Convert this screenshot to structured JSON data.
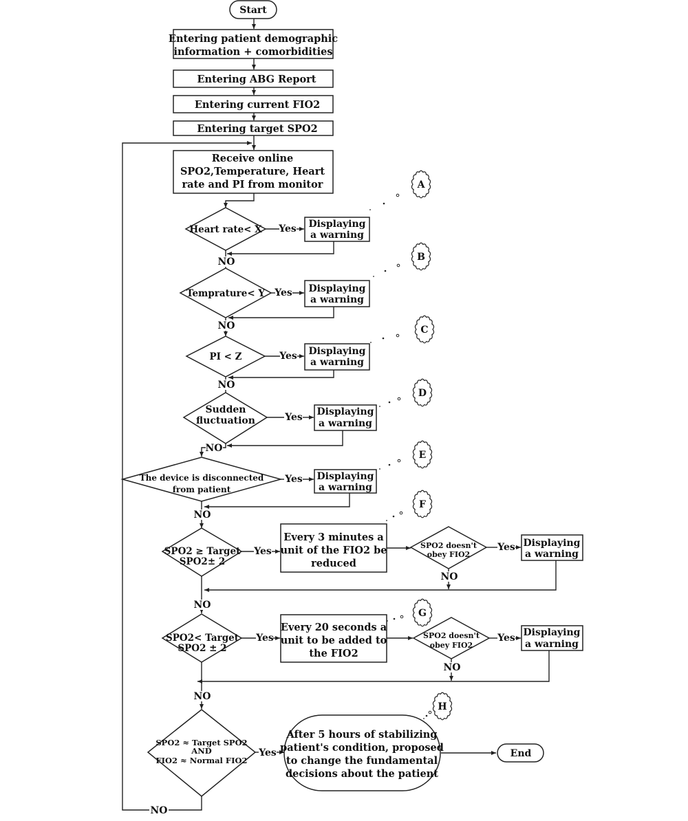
{
  "flowchart": {
    "start": "Start",
    "end": "End",
    "steps": {
      "demographic": [
        "Entering patient demographic",
        "information + comorbidities"
      ],
      "abg": "Entering ABG Report",
      "fio2": "Entering current FIO2",
      "target_spo2": "Entering target SPO2",
      "receive": [
        "Receive online",
        "SPO2,Temperature, Heart",
        "rate and PI from monitor"
      ],
      "reduce_fio2": [
        "Every 3 minutes a",
        "unit of the FIO2 be",
        "reduced"
      ],
      "add_fio2": [
        "Every 20 seconds a",
        "unit to be added to",
        "the FIO2"
      ],
      "stabilize": [
        "After 5 hours of stabilizing",
        "patient's condition, proposed",
        "to change the fundamental",
        "decisions about the patient"
      ]
    },
    "decisions": {
      "heart_rate": "Heart rate< X",
      "temperature": "Temprature< Y",
      "pi": "PI < Z",
      "fluctuation": [
        "Sudden",
        "fluctuation"
      ],
      "disconnected": [
        "The device is disconnected",
        "from patient"
      ],
      "spo2_high": [
        "SPO2 ≥ Target",
        "SPO2± 2"
      ],
      "spo2_low": [
        "SPO2< Target",
        "SPO2 ± 2"
      ],
      "obey1": [
        "SPO2 doesn't",
        "obey FIO2"
      ],
      "obey2": [
        "SPO2 doesn't",
        "obey FIO2"
      ],
      "final": [
        "SPO2 ≈ Target SPO2",
        "AND",
        "FIO2 ≈ Normal FIO2"
      ]
    },
    "warning": [
      "Displaying",
      "a warning"
    ],
    "yes_label": "Yes",
    "no_label": "NO",
    "clouds": [
      "A",
      "B",
      "C",
      "D",
      "E",
      "F",
      "G",
      "H"
    ]
  }
}
